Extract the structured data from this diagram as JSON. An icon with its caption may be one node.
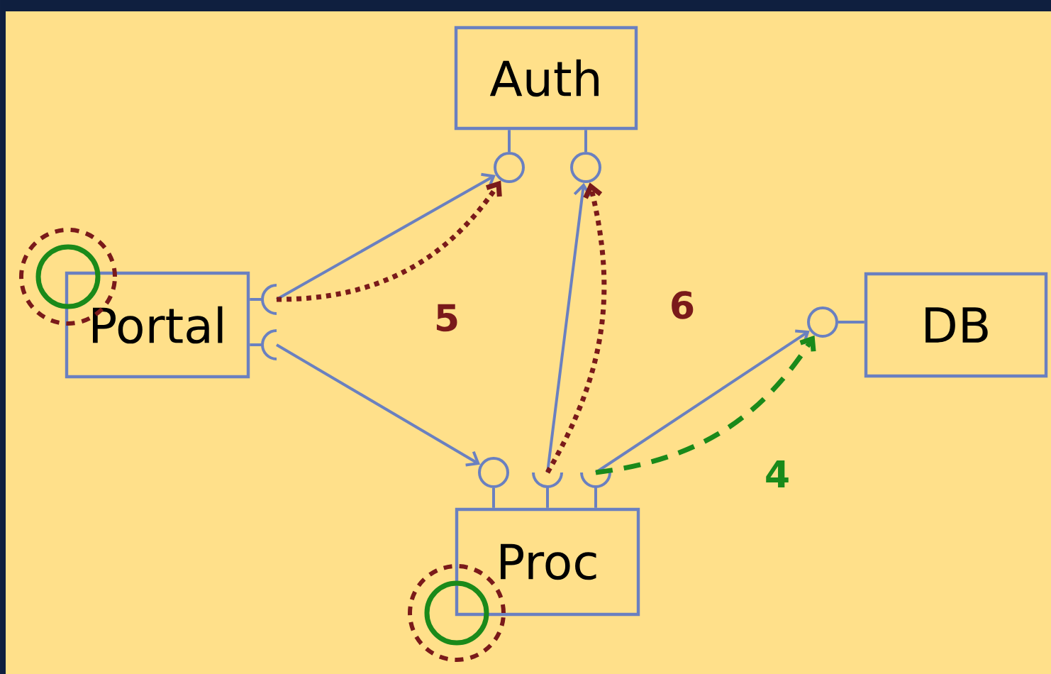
{
  "diagram": {
    "nodes": [
      {
        "text": [
          "Auth"
        ]
      },
      {
        "text": [
          "Portal"
        ]
      },
      {
        "text": [
          "DB"
        ]
      },
      {
        "text": [
          "Proc"
        ]
      },
      {
        "text": [],
        "shape": "circle"
      },
      {
        "text": [],
        "shape": "circle"
      },
      {
        "text": [],
        "shape": "semicircle"
      },
      {
        "text": [],
        "shape": "semicircle"
      },
      {
        "text": [],
        "shape": "circle"
      },
      {
        "text": [],
        "shape": "circle"
      },
      {
        "text": [],
        "shape": "semicircle"
      },
      {
        "text": [],
        "shape": "semicircle"
      }
    ],
    "edges": [
      {
        "from": 4,
        "to": 0,
        "arrow": "none"
      },
      {
        "from": 5,
        "to": 0,
        "arrow": "none"
      },
      {
        "from": 6,
        "to": 1,
        "arrow": "none"
      },
      {
        "from": 7,
        "to": 1,
        "arrow": "none"
      },
      {
        "from": 8,
        "to": 2,
        "arrow": "none"
      },
      {
        "from": 9,
        "to": 3,
        "arrow": "none"
      },
      {
        "from": 10,
        "to": 3,
        "arrow": "none"
      },
      {
        "from": 11,
        "to": 3,
        "arrow": "none"
      },
      {
        "from": 6,
        "to": 4,
        "arrow": "to"
      },
      {
        "from": 7,
        "to": 9,
        "arrow": "to"
      },
      {
        "from": 10,
        "to": 5,
        "arrow": "to"
      },
      {
        "from": 11,
        "to": 8,
        "arrow": "to"
      },
      {
        "from": 6,
        "to": 4,
        "arrow": "to",
        "label": "5",
        "style": "dashed",
        "color": "#7a1a1a"
      },
      {
        "from": 10,
        "to": 5,
        "arrow": "to",
        "label": "6",
        "style": "dashed",
        "color": "#7a1a1a"
      },
      {
        "from": 11,
        "to": 8,
        "arrow": "to",
        "label": "4",
        "style": "dashed",
        "color": "#1a8a1a"
      }
    ]
  }
}
